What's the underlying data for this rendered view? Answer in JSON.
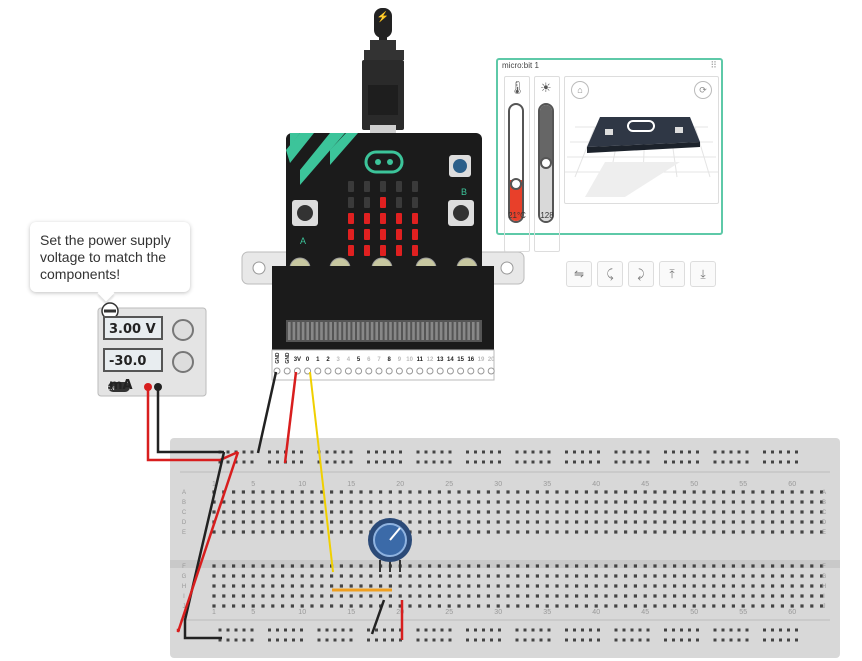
{
  "tooltip": {
    "text": "Set the power supply voltage to match the components!"
  },
  "power_supply": {
    "voltage": "3.00 V",
    "current": "-30.0 mA",
    "on_label": "ON",
    "colors": {
      "positive": "#d81e1e",
      "negative": "#222222"
    }
  },
  "microbit_panel": {
    "title": "micro:bit 1",
    "temperature": "21°C",
    "temperature_level": 0.3,
    "light": "128",
    "light_level": 0.5,
    "colors": {
      "accent": "#5ec9a8",
      "temperature": "#e8402a"
    }
  },
  "microbit": {
    "button_a": "A",
    "button_b": "B",
    "pins": [
      "GND",
      "GND",
      "3V",
      "0",
      "1",
      "2",
      "3",
      "4",
      "5",
      "6",
      "7",
      "8",
      "9",
      "10",
      "11",
      "12",
      "13",
      "14",
      "15",
      "16",
      "19",
      "20"
    ],
    "led_rows": [
      [
        0,
        0,
        0,
        0,
        0
      ],
      [
        0,
        0,
        1,
        0,
        0
      ],
      [
        1,
        1,
        1,
        1,
        1
      ],
      [
        1,
        1,
        1,
        1,
        1
      ],
      [
        1,
        1,
        1,
        1,
        1
      ]
    ],
    "colors": {
      "board": "#1b1b1b",
      "brand": "#3cc49a",
      "led": "#e02020"
    }
  },
  "breadboard": {
    "column_numbers": [
      "1",
      "5",
      "10",
      "15",
      "20",
      "25",
      "30",
      "35",
      "40",
      "45",
      "50",
      "55",
      "60"
    ],
    "row_letters_top": [
      "A",
      "B",
      "C",
      "D",
      "E"
    ],
    "row_letters_bottom": [
      "F",
      "G",
      "H",
      "I",
      "J"
    ]
  },
  "wires": {
    "signal_color": "#f0d000",
    "ground_color": "#222222",
    "power_color": "#d81e1e",
    "resistor_color": "#f0a020"
  }
}
